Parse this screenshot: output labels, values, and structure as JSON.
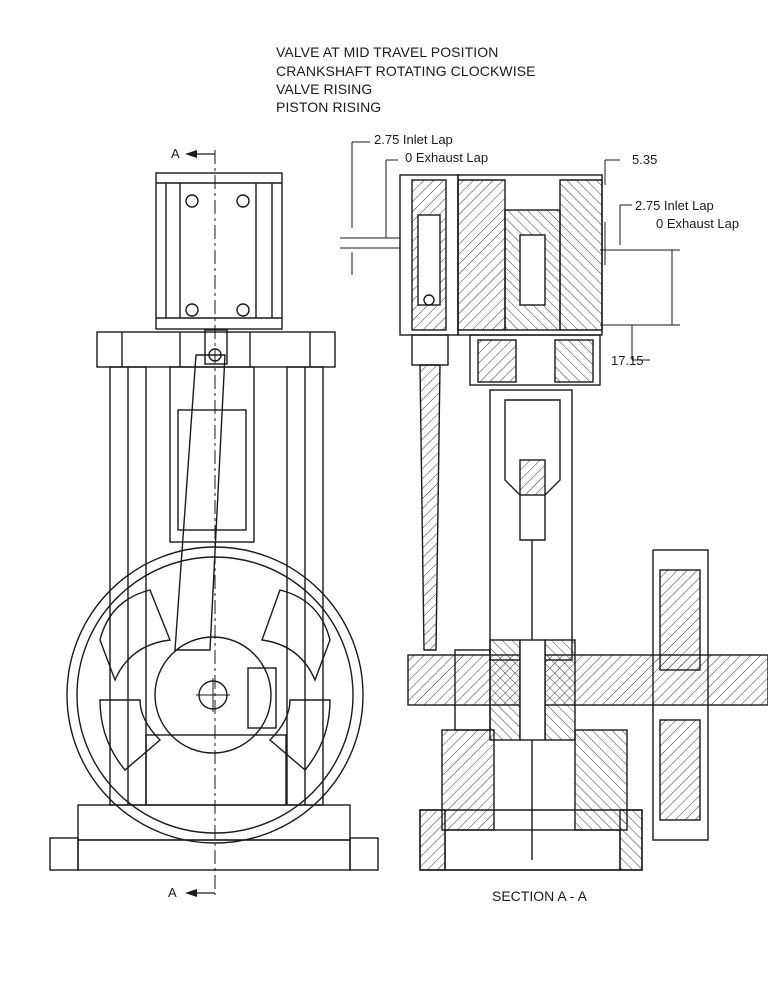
{
  "notes": [
    "VALVE AT MID TRAVEL POSITION",
    "CRANKSHAFT ROTATING CLOCKWISE",
    "VALVE RISING",
    "PISTON RISING"
  ],
  "dimensions": {
    "left_inlet_lap": "2.75 Inlet Lap",
    "left_exhaust_lap": "0 Exhaust Lap",
    "right_top": "5.35",
    "right_inlet_lap": "2.75  Inlet Lap",
    "right_exhaust_lap": "0 Exhaust Lap",
    "right_stroke": "17.15"
  },
  "section_marks": {
    "top": "A",
    "bottom": "A"
  },
  "caption": "SECTION A - A"
}
